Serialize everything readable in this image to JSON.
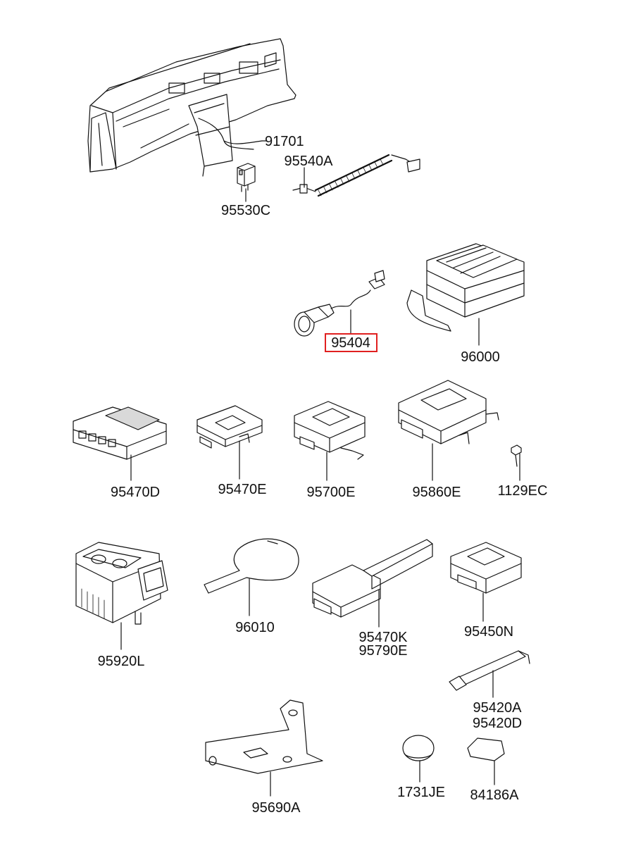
{
  "parts": [
    {
      "id": "p1",
      "number": "91701"
    },
    {
      "id": "p2",
      "number": "95540A"
    },
    {
      "id": "p3",
      "number": "95530C"
    },
    {
      "id": "p4",
      "number": "95404",
      "highlighted": true
    },
    {
      "id": "p5",
      "number": "96000"
    },
    {
      "id": "p6",
      "number": "95470D"
    },
    {
      "id": "p7",
      "number": "95470E"
    },
    {
      "id": "p8",
      "number": "95700E"
    },
    {
      "id": "p9",
      "number": "95860E"
    },
    {
      "id": "p10",
      "number": "1129EC"
    },
    {
      "id": "p11",
      "number": "95920L"
    },
    {
      "id": "p12",
      "number": "96010"
    },
    {
      "id": "p13",
      "number": "95470K"
    },
    {
      "id": "p14",
      "number": "95790E"
    },
    {
      "id": "p15",
      "number": "95450N"
    },
    {
      "id": "p16",
      "number": "95420A"
    },
    {
      "id": "p17",
      "number": "95420D"
    },
    {
      "id": "p18",
      "number": "95690A"
    },
    {
      "id": "p19",
      "number": "1731JE"
    },
    {
      "id": "p20",
      "number": "84186A"
    }
  ],
  "colors": {
    "highlight": "#e02020",
    "ink": "#111111",
    "background": "#ffffff"
  }
}
